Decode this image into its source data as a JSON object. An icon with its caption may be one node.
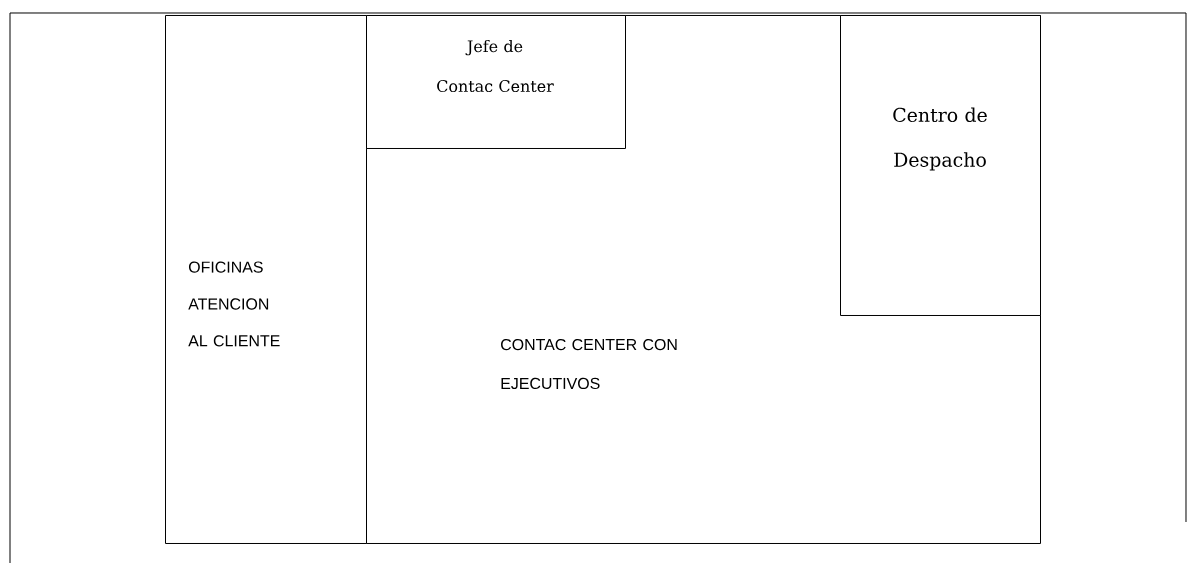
{
  "diagram": {
    "nodes": [
      {
        "text": [
          "OFICINAS ATENCION AL CLIENTE"
        ]
      },
      {
        "text": [
          "CONTAC CENTER CON EJECUTIVOS"
        ]
      },
      {
        "text": [
          "Jefe de Contac Center"
        ],
        "in": 1
      },
      {
        "text": [
          "Centro de Despacho"
        ],
        "in": 1
      }
    ]
  }
}
